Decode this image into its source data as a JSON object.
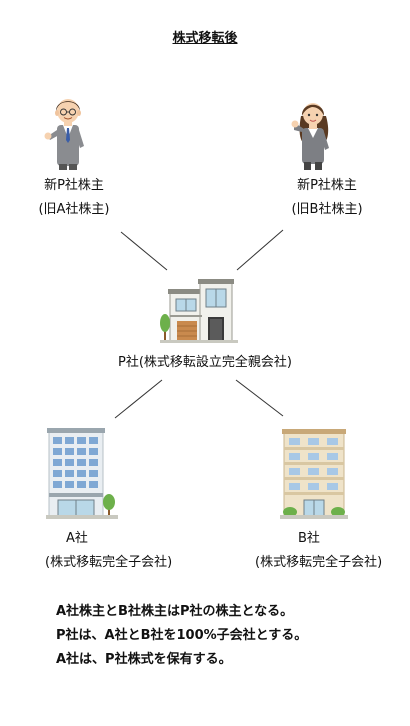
{
  "title": "株式移転後",
  "shareholder_left": {
    "line1": "新P社株主",
    "line2": "(旧A社株主)"
  },
  "shareholder_right": {
    "line1": "新P社株主",
    "line2": "(旧B社株主)"
  },
  "parent": {
    "label": "P社(株式移転設立完全親会社)"
  },
  "sub_a": {
    "line1": "A社",
    "line2": "(株式移転完全子会社)"
  },
  "sub_b": {
    "line1": "B社",
    "line2": "(株式移転完全子会社)"
  },
  "notes": [
    "A社株主とB社株主はP社の株主となる。",
    "P社は、A社とB社を100%子会社とする。",
    "A社は、P社株式を保有する。"
  ],
  "icons": {
    "shareholder_left": "businessman-icon",
    "shareholder_right": "businesswoman-icon",
    "parent": "house-building-icon",
    "sub_a": "office-building-icon",
    "sub_b": "apartment-building-icon"
  }
}
